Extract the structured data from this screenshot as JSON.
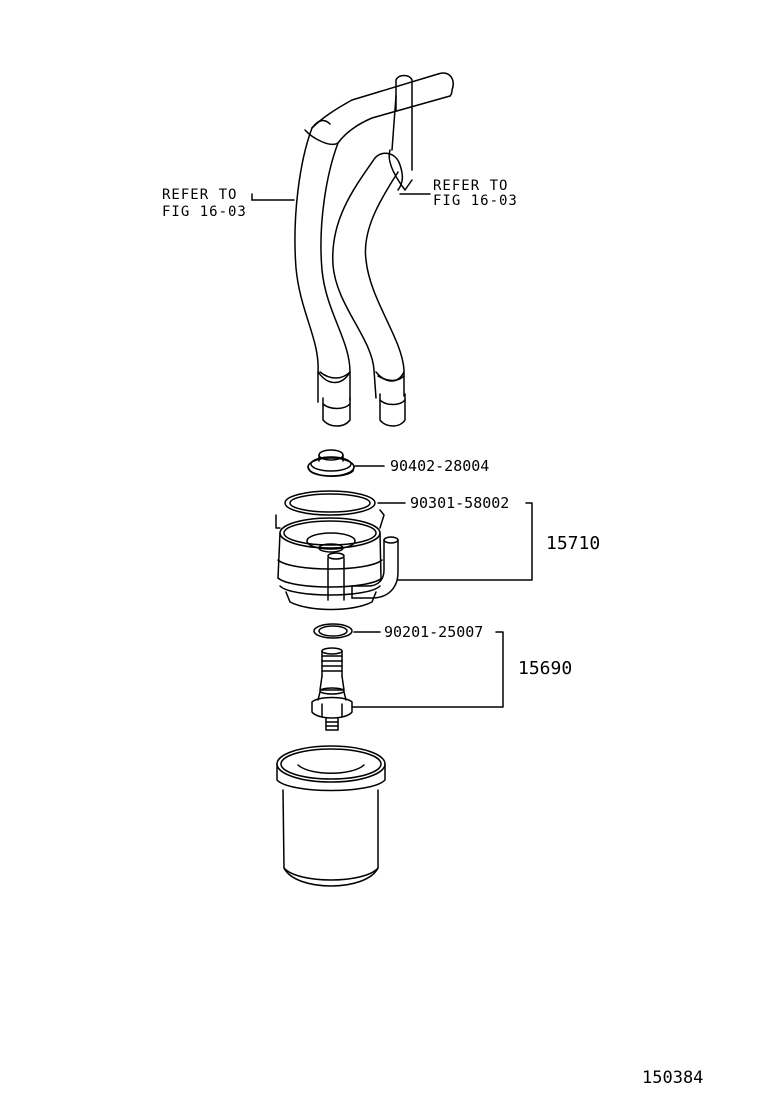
{
  "references": [
    {
      "line1": "REFER TO",
      "line2": "FIG 16-03"
    },
    {
      "line1": "REFER TO",
      "line2": "FIG 16-03"
    }
  ],
  "parts": {
    "drain_plug": "90402-28004",
    "o_ring": "90301-58002",
    "gasket": "90201-25007"
  },
  "groups": {
    "oil_cooler": "15710",
    "union_bolt": "15690"
  },
  "figure_code": "150384",
  "colors": {
    "line": "#000000",
    "background": "#ffffff"
  }
}
